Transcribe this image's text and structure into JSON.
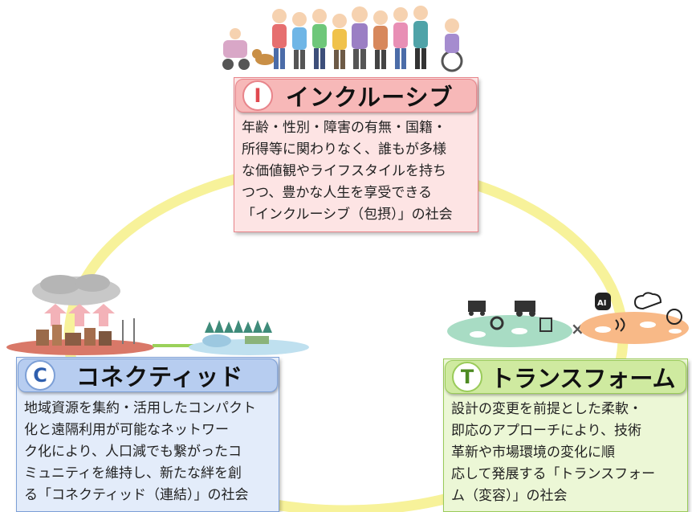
{
  "colors": {
    "ring": "#f7f29a",
    "inclusive_fill": "#fde4e4",
    "inclusive_head": "#f7b8b8",
    "inclusive_border": "#e8848a",
    "connected_fill": "#e3ecfa",
    "connected_head": "#b7cdf0",
    "connected_border": "#7c9fd6",
    "transform_fill": "#ecf7d6",
    "transform_head": "#cfeaa0",
    "transform_border": "#9acb5a"
  },
  "inclusive": {
    "letter": "I",
    "title": "インクルーシブ",
    "lines": [
      "年齢・性別・障害の有無・国籍・",
      "所得等に関わりなく、誰もが多様",
      "な価値観やライフスタイルを持ち",
      "つつ、豊かな人生を享受できる",
      "「インクルーシブ（包摂）」の社会"
    ],
    "icon": "diverse-people-group-icon"
  },
  "connected": {
    "letter": "C",
    "title": "コネクティッド",
    "lines": [
      "地域資源を集約・活用したコンパクト",
      "化と遠隔利用が可能なネットワー",
      "ク化により、人口減でも繋がったコ",
      "ミュニティを維持し、新たな絆を創",
      "る「コネクティッド（連結）」の社会"
    ],
    "icon": "city-network-icon"
  },
  "transform": {
    "letter": "T",
    "title": "トランスフォーム",
    "lines": [
      "設計の変更を前提とした柔軟・",
      "即応のアプローチにより、技術",
      "革新や市場環境の変化に順",
      "応して発展する「トランスフォー",
      "ム（変容）」の社会"
    ],
    "icon": "technology-islands-icon",
    "ai_label": "AI"
  }
}
